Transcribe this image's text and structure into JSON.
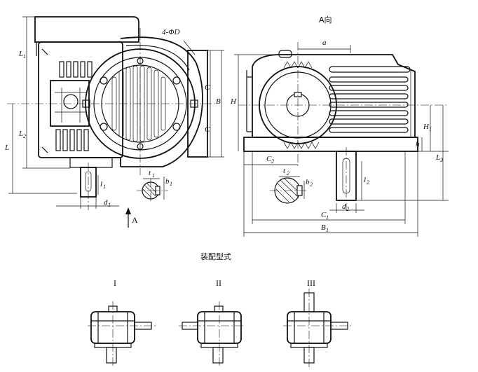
{
  "views": {
    "view_a_title": "A向",
    "view_a_marker": "A",
    "assembly_title": "装配型式",
    "assembly_types": [
      "I",
      "II",
      "III"
    ]
  },
  "dimensions": {
    "holes": "4-ΦD",
    "L": "L",
    "L1": "L",
    "L1_sub": "1",
    "L2": "L",
    "L2_sub": "2",
    "C_top": "C",
    "C_bottom": "C",
    "B": "B",
    "t1": "t",
    "t1_sub": "1",
    "b1": "b",
    "b1_sub": "1",
    "l1": "l",
    "l1_sub": "1",
    "d1": "d",
    "d1_sub": "1",
    "a": "a",
    "H": "H",
    "H1": "H",
    "H1_sub": "1",
    "h": "h",
    "L3": "L",
    "L3_sub": "3",
    "C2": "C",
    "C2_sub": "2",
    "t2": "t",
    "t2_sub": "2",
    "b2": "b",
    "b2_sub": "2",
    "l2": "l",
    "l2_sub": "2",
    "d2": "d",
    "d2_sub": "2",
    "C1": "C",
    "C1_sub": "1",
    "B1": "B",
    "B1_sub": "1"
  }
}
